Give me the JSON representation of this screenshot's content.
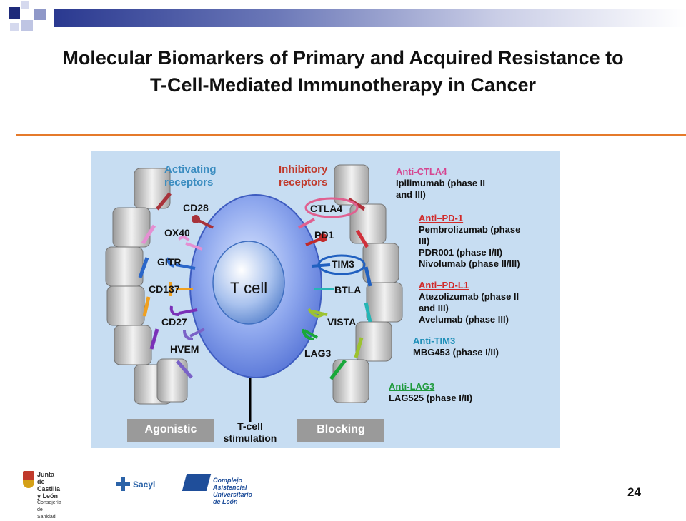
{
  "title": "Molecular Biomarkers of Primary and Acquired Resistance to T-Cell-Mediated Immunotherapy in Cancer",
  "diagram": {
    "activating_header": "Activating receptors",
    "inhibitory_header": "Inhibitory receptors",
    "cell_label": "T cell",
    "activating": [
      "CD28",
      "OX40",
      "GITR",
      "CD137",
      "CD27",
      "HVEM"
    ],
    "inhibitory": [
      "CTLA4",
      "PD1",
      "TIM3",
      "BTLA",
      "VISTA",
      "LAG3"
    ],
    "agonistic": "Agonistic",
    "blocking": "Blocking",
    "stimulation": "T-cell stimulation",
    "colors": {
      "panel": "#c7ddf2",
      "activating_header": "#3a8cc0",
      "inhibitory_header": "#c0392b",
      "cell": "#6f8fe0"
    }
  },
  "drugs": {
    "ctla4": {
      "header": "Anti-CTLA4",
      "color": "#d64590",
      "lines": [
        "Ipilimumab (phase II",
        "and III)"
      ]
    },
    "pd1": {
      "header": "Anti–PD-1",
      "color": "#d12a2a",
      "lines": [
        "Pembrolizumab (phase",
        "III)",
        "PDR001 (phase I/II)",
        "Nivolumab (phase II/III)"
      ]
    },
    "pdl1": {
      "header": "Anti–PD-L1",
      "color": "#d12a2a",
      "lines": [
        "Atezolizumab (phase II",
        "and III)",
        "Avelumab (phase III)"
      ]
    },
    "tim3": {
      "header": "Anti-TIM3",
      "color": "#1f8fb8",
      "lines": [
        "MBG453 (phase I/II)"
      ]
    },
    "lag3": {
      "header": "Anti-LAG3",
      "color": "#1e9a3c",
      "lines": [
        "LAG525 (phase I/II)"
      ]
    }
  },
  "footer": {
    "logo1": [
      "Junta de",
      "Castilla y León",
      "Consejería de Sanidad"
    ],
    "logo2": "Sacyl",
    "logo3": [
      "Complejo Asistencial",
      "Universitario de León"
    ],
    "page_number": "24"
  }
}
